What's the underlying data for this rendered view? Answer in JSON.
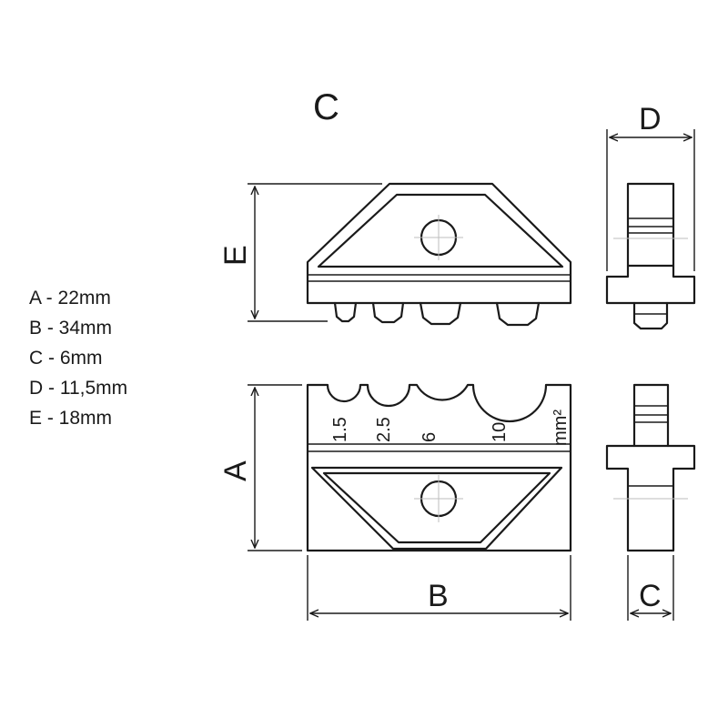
{
  "letters": {
    "c_top": "C",
    "e": "E",
    "d": "D",
    "a": "A",
    "b": "B",
    "c_side": "C"
  },
  "gauges": [
    "1.5",
    "2.5",
    "6",
    "10",
    "mm²"
  ],
  "specs": [
    "A - 22mm",
    "B - 34mm",
    "C - 6mm",
    "D - 11,5mm",
    "E - 18mm"
  ]
}
